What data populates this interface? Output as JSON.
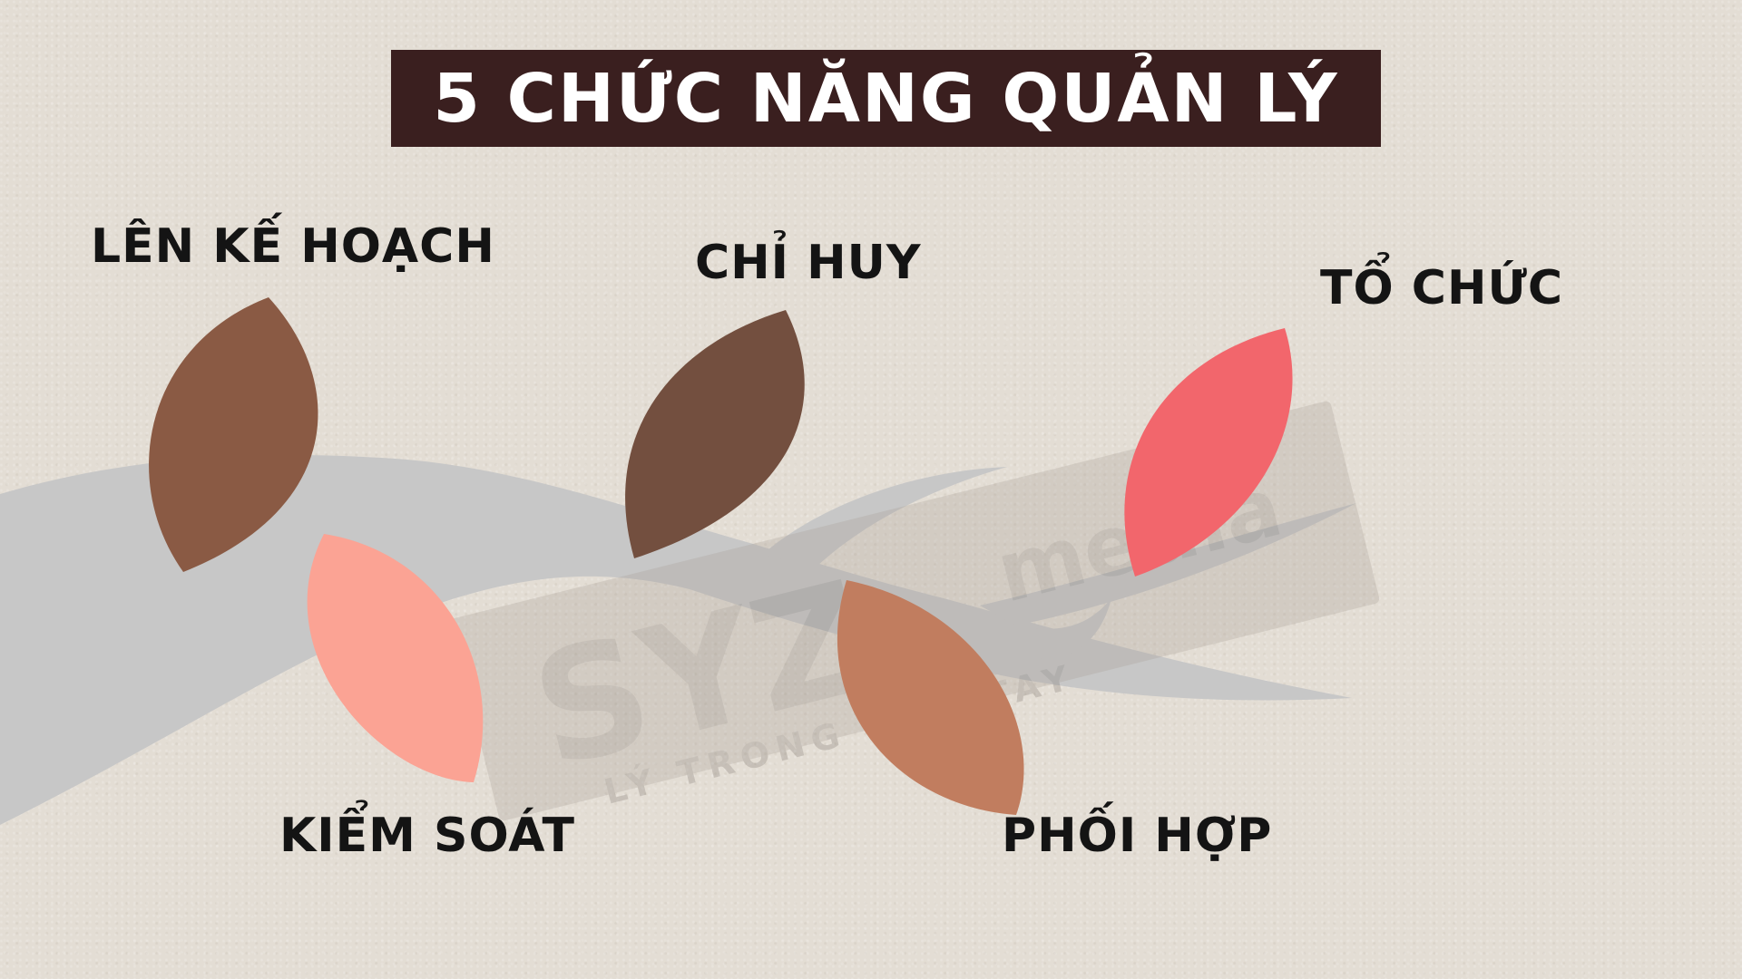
{
  "header": {
    "title": "5 CHỨC NĂNG QUẢN LÝ",
    "title_bg_color": "#3a1f1f"
  },
  "functions": [
    {
      "label": "LÊN KẾ HOẠCH",
      "leaf_color": "#8a5a44"
    },
    {
      "label": "CHỈ HUY",
      "leaf_color": "#734f3f"
    },
    {
      "label": "TỔ CHỨC",
      "leaf_color": "#f2666c"
    },
    {
      "label": "KIỂM SOÁT",
      "leaf_color": "#fba394"
    },
    {
      "label": "PHỐI HỢP",
      "leaf_color": "#c17d5f"
    }
  ],
  "branch_color": "#c7c7c7",
  "watermark": {
    "brand": "SYZ",
    "suffix": "media",
    "tagline": "LÝ TRONG TẦM TAY"
  }
}
